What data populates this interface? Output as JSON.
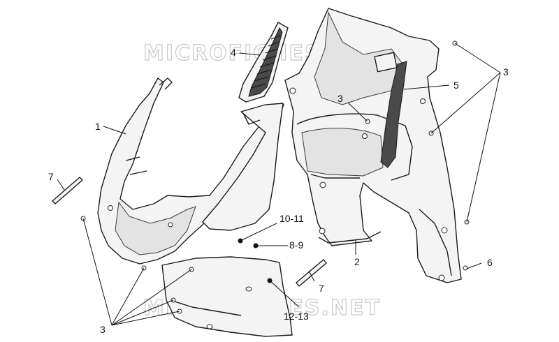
{
  "watermarks": [
    "MICROFICHES.NET",
    "MICROFICHES.NET"
  ],
  "callouts": {
    "c1": "1",
    "c2": "2",
    "c3_right": "3",
    "c3_center": "3",
    "c3_bottom": "3",
    "c4": "4",
    "c5": "5",
    "c6": "6",
    "c7_left": "7",
    "c7_right": "7",
    "c10_11": "10-11",
    "c8_9": "8-9",
    "c12_13": "12-13"
  }
}
